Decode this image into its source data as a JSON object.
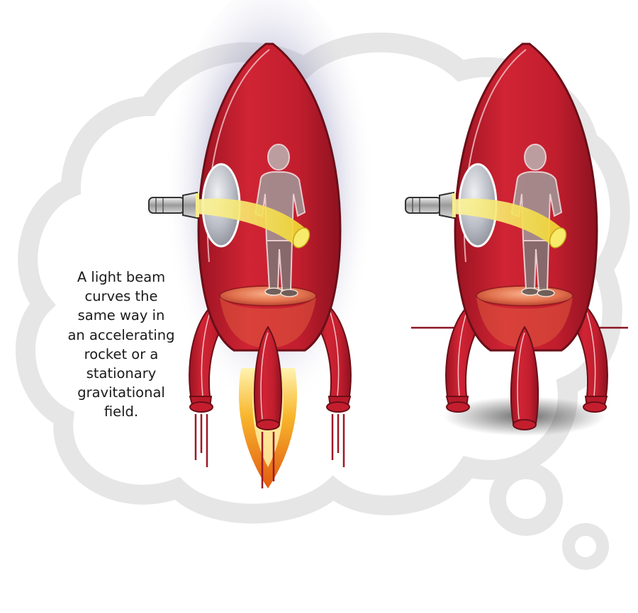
{
  "caption": {
    "lines": [
      "A light beam",
      "curves the",
      "same way in",
      "an accelerating",
      "rocket or a",
      "stationary",
      "gravitational",
      "field."
    ]
  },
  "colors": {
    "rocket_body": "#c41e2e",
    "rocket_outline": "#6b0f18",
    "light_beam": "#f3e352",
    "thought_cloud": "#e6e6e6",
    "motion_glow": "#5b5898",
    "ground_line": "#8a1523",
    "exhaust_flame": "#f6a21a"
  },
  "icons": {
    "flashlight": "flashlight-icon",
    "person": "person-icon",
    "cloud": "thought-cloud"
  }
}
